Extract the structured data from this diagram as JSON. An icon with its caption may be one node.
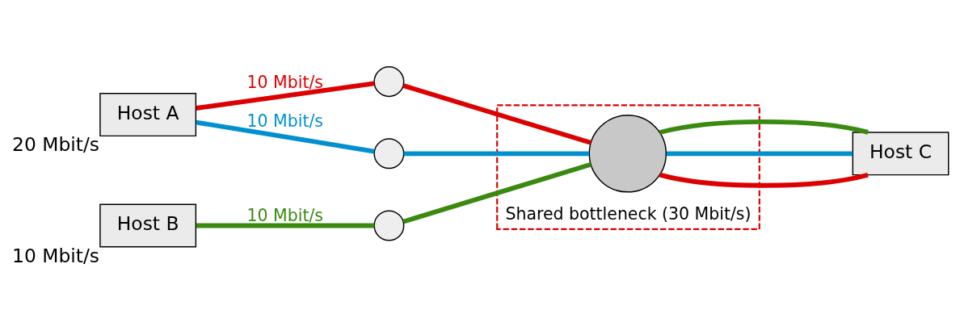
{
  "diagram": {
    "nodes": [
      {
        "text": [
          "Host A"
        ],
        "beside": [
          "20 Mbit/s"
        ]
      },
      {
        "text": [
          "Host B"
        ],
        "beside": [
          "10 Mbit/s"
        ]
      },
      {
        "text": [],
        "shape": "circle"
      },
      {
        "text": [],
        "shape": "circle"
      },
      {
        "text": [],
        "shape": "circle"
      },
      {
        "text": [
          "Shared bottleneck (30 Mbit/s)"
        ]
      },
      {
        "text": [],
        "shape": "circle",
        "in": 5
      },
      {
        "text": [
          "Host C"
        ]
      }
    ],
    "edges": [
      {
        "from": 0,
        "to": 2,
        "arrow": "none",
        "label": "10 Mbit/s",
        "color": "#dd0000"
      },
      {
        "from": 2,
        "to": 6,
        "arrow": "none",
        "color": "#dd0000"
      },
      {
        "from": 6,
        "to": 7,
        "arrow": "none",
        "color": "#dd0000"
      },
      {
        "from": 0,
        "to": 3,
        "arrow": "none",
        "label": "10 Mbit/s",
        "color": "#0090d0"
      },
      {
        "from": 3,
        "to": 6,
        "arrow": "none",
        "color": "#0090d0"
      },
      {
        "from": 6,
        "to": 7,
        "arrow": "none",
        "color": "#0090d0"
      },
      {
        "from": 1,
        "to": 4,
        "arrow": "none",
        "label": "10 Mbit/s",
        "color": "#3a8a10"
      },
      {
        "from": 4,
        "to": 6,
        "arrow": "none",
        "color": "#3a8a10"
      },
      {
        "from": 6,
        "to": 7,
        "arrow": "none",
        "color": "#3a8a10"
      }
    ]
  }
}
